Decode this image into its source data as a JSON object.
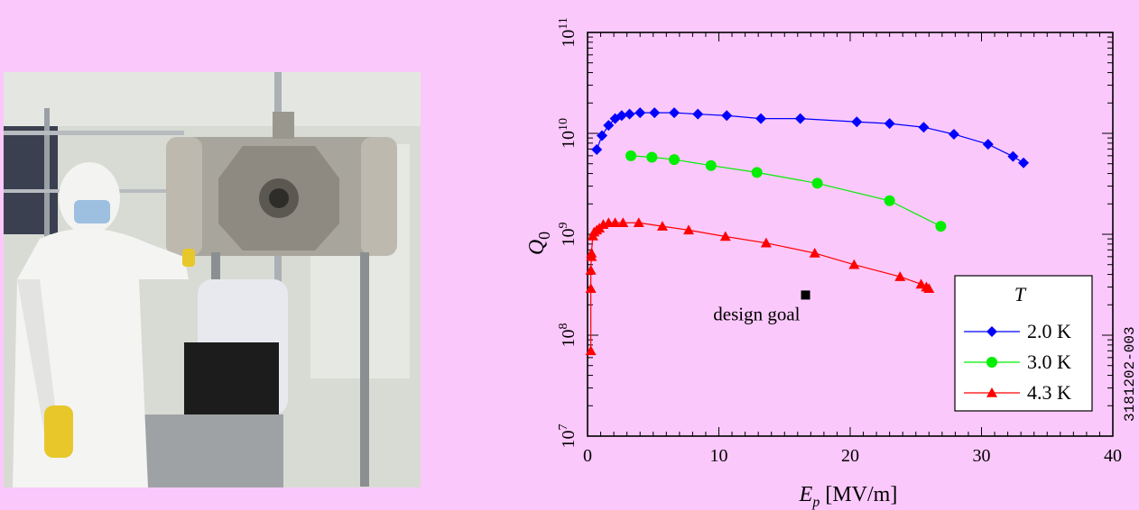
{
  "photo": {
    "description_icon": "cryomodule-photo"
  },
  "chart_data": {
    "type": "scatter",
    "xlabel_main": "E",
    "xlabel_sub": "p",
    "xlabel_units": " [MV/m]",
    "ylabel_main": "Q",
    "ylabel_sub": "0",
    "x_ticks": [
      "0",
      "10",
      "20",
      "30",
      "40"
    ],
    "y_ticks": [
      {
        "base": "10",
        "exp": "7"
      },
      {
        "base": "10",
        "exp": "8"
      },
      {
        "base": "10",
        "exp": "9"
      },
      {
        "base": "10",
        "exp": "10"
      },
      {
        "base": "10",
        "exp": "11"
      }
    ],
    "xlim": [
      0,
      40
    ],
    "ylim": [
      10000000.0,
      100000000000.0
    ],
    "yscale": "log",
    "legend_title": "T",
    "legend_position": "bottom-right",
    "series": [
      {
        "name": "2.0 K",
        "color": "#0000ff",
        "marker": "diamond",
        "x": [
          0.7,
          1.1,
          1.6,
          2.1,
          2.6,
          3.2,
          4.0,
          5.1,
          6.6,
          8.4,
          10.6,
          13.2,
          16.2,
          20.5,
          23.0,
          25.6,
          27.9,
          30.5,
          32.4,
          33.2
        ],
        "y": [
          6900000000.0,
          9500000000.0,
          12000000000.0,
          14000000000.0,
          15000000000.0,
          15500000000.0,
          16000000000.0,
          16000000000.0,
          16000000000.0,
          15500000000.0,
          15000000000.0,
          14000000000.0,
          14000000000.0,
          13000000000.0,
          12500000000.0,
          11500000000.0,
          9800000000.0,
          7800000000.0,
          5900000000.0,
          5100000000.0
        ]
      },
      {
        "name": "3.0 K",
        "color": "#00ee00",
        "marker": "circle",
        "x": [
          3.3,
          4.9,
          6.6,
          9.4,
          12.9,
          17.5,
          23.0,
          26.9
        ],
        "y": [
          6000000000.0,
          5800000000.0,
          5500000000.0,
          4800000000.0,
          4100000000.0,
          3200000000.0,
          2150000000.0,
          1200000000.0
        ]
      },
      {
        "name": "4.3 K",
        "color": "#ff0000",
        "marker": "triangle",
        "x": [
          0.25,
          0.25,
          0.25,
          0.3,
          0.3,
          0.4,
          0.5,
          0.7,
          0.9,
          1.2,
          1.6,
          2.1,
          2.7,
          3.9,
          5.7,
          7.7,
          10.5,
          13.6,
          17.3,
          20.3,
          23.8,
          25.4,
          25.8,
          26.0
        ],
        "y": [
          70000000.0,
          290000000.0,
          440000000.0,
          600000000.0,
          650000000.0,
          960000000.0,
          1050000000.0,
          1100000000.0,
          1150000000.0,
          1250000000.0,
          1300000000.0,
          1300000000.0,
          1300000000.0,
          1300000000.0,
          1200000000.0,
          1100000000.0,
          950000000.0,
          820000000.0,
          650000000.0,
          500000000.0,
          380000000.0,
          320000000.0,
          300000000.0,
          290000000.0
        ]
      }
    ],
    "annotations": [
      {
        "text": "design goal",
        "x": 16.6,
        "y": 250000000.0,
        "marker": "square",
        "color": "#000000"
      }
    ],
    "figure_id": "3181202-003"
  }
}
